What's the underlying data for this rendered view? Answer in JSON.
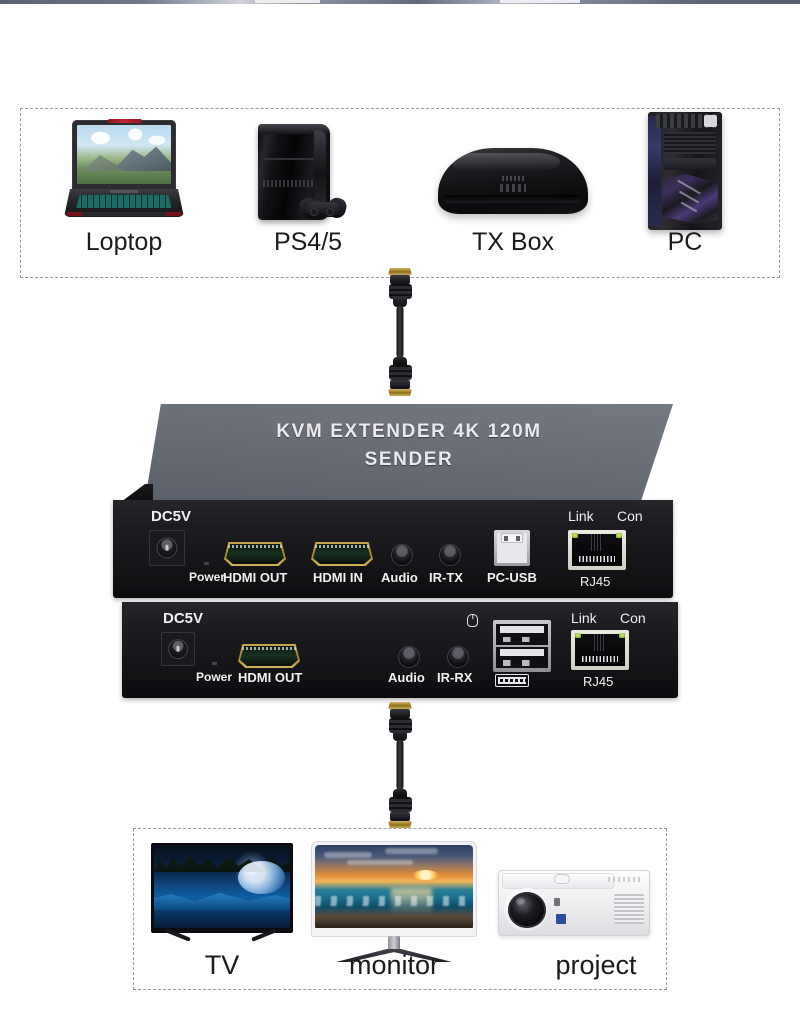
{
  "diagram": {
    "title": "KVM Extender 4K 120M connection diagram",
    "colors": {
      "dashed_border": "#9a9a9a",
      "device_top_panel": "#6a6e76",
      "device_front_panel": "#1a1a1e",
      "hdmi_gold": "#c9a24b",
      "rj45_housing": "#eceadf",
      "rj45_led_green": "#8cc63f",
      "label_text": "#1b1b1b",
      "port_text": "#f0f0f2",
      "background": "#ffffff"
    }
  },
  "sources": {
    "group_name": "source-devices",
    "items": [
      {
        "label": "Loptop",
        "icon": "laptop-icon"
      },
      {
        "label": "PS4/5",
        "icon": "game-console-icon"
      },
      {
        "label": "TX Box",
        "icon": "tv-box-icon"
      },
      {
        "label": "PC",
        "icon": "desktop-tower-icon"
      }
    ]
  },
  "cables": {
    "top": {
      "name": "hdmi-cable-source-to-sender",
      "icon": "hdmi-cable-icon"
    },
    "bottom": {
      "name": "hdmi-cable-receiver-to-display",
      "icon": "hdmi-cable-icon"
    }
  },
  "sender": {
    "top_title_line1": "KVM EXTENDER 4K 120M",
    "top_title_line2": "SENDER",
    "ports": [
      {
        "label": "DC5V",
        "icon": "dc-power-jack-icon",
        "position": "above"
      },
      {
        "label": "Power",
        "icon": "power-led-icon",
        "position": "below"
      },
      {
        "label": "HDMI OUT",
        "icon": "hdmi-port-icon",
        "position": "below"
      },
      {
        "label": "HDMI IN",
        "icon": "hdmi-port-icon",
        "position": "below"
      },
      {
        "label": "Audio",
        "icon": "audio-jack-icon",
        "position": "below"
      },
      {
        "label": "IR-TX",
        "icon": "ir-jack-icon",
        "position": "below"
      },
      {
        "label": "PC-USB",
        "icon": "usb-type-b-port-icon",
        "position": "below"
      },
      {
        "label": "Link",
        "icon": "link-led-icon",
        "position": "above"
      },
      {
        "label": "Con",
        "icon": "con-led-icon",
        "position": "above"
      },
      {
        "label": "RJ45",
        "icon": "rj45-port-icon",
        "position": "below"
      }
    ]
  },
  "receiver": {
    "ports": [
      {
        "label": "DC5V",
        "icon": "dc-power-jack-icon",
        "position": "above"
      },
      {
        "label": "Power",
        "icon": "power-led-icon",
        "position": "below"
      },
      {
        "label": "HDMI OUT",
        "icon": "hdmi-port-icon",
        "position": "below"
      },
      {
        "label": "Audio",
        "icon": "audio-jack-icon",
        "position": "below"
      },
      {
        "label": "IR-RX",
        "icon": "ir-jack-icon",
        "position": "below"
      },
      {
        "label": "",
        "icon": "mouse-icon",
        "position": "above"
      },
      {
        "label": "",
        "icon": "keyboard-icon",
        "position": "below"
      },
      {
        "label": "Link",
        "icon": "link-led-icon",
        "position": "above"
      },
      {
        "label": "Con",
        "icon": "con-led-icon",
        "position": "above"
      },
      {
        "label": "RJ45",
        "icon": "rj45-port-icon",
        "position": "below"
      }
    ]
  },
  "displays": {
    "group_name": "display-devices",
    "items": [
      {
        "label": "TV",
        "icon": "tv-icon"
      },
      {
        "label": "monitor",
        "icon": "monitor-icon"
      },
      {
        "label": "project",
        "icon": "projector-icon"
      }
    ]
  }
}
